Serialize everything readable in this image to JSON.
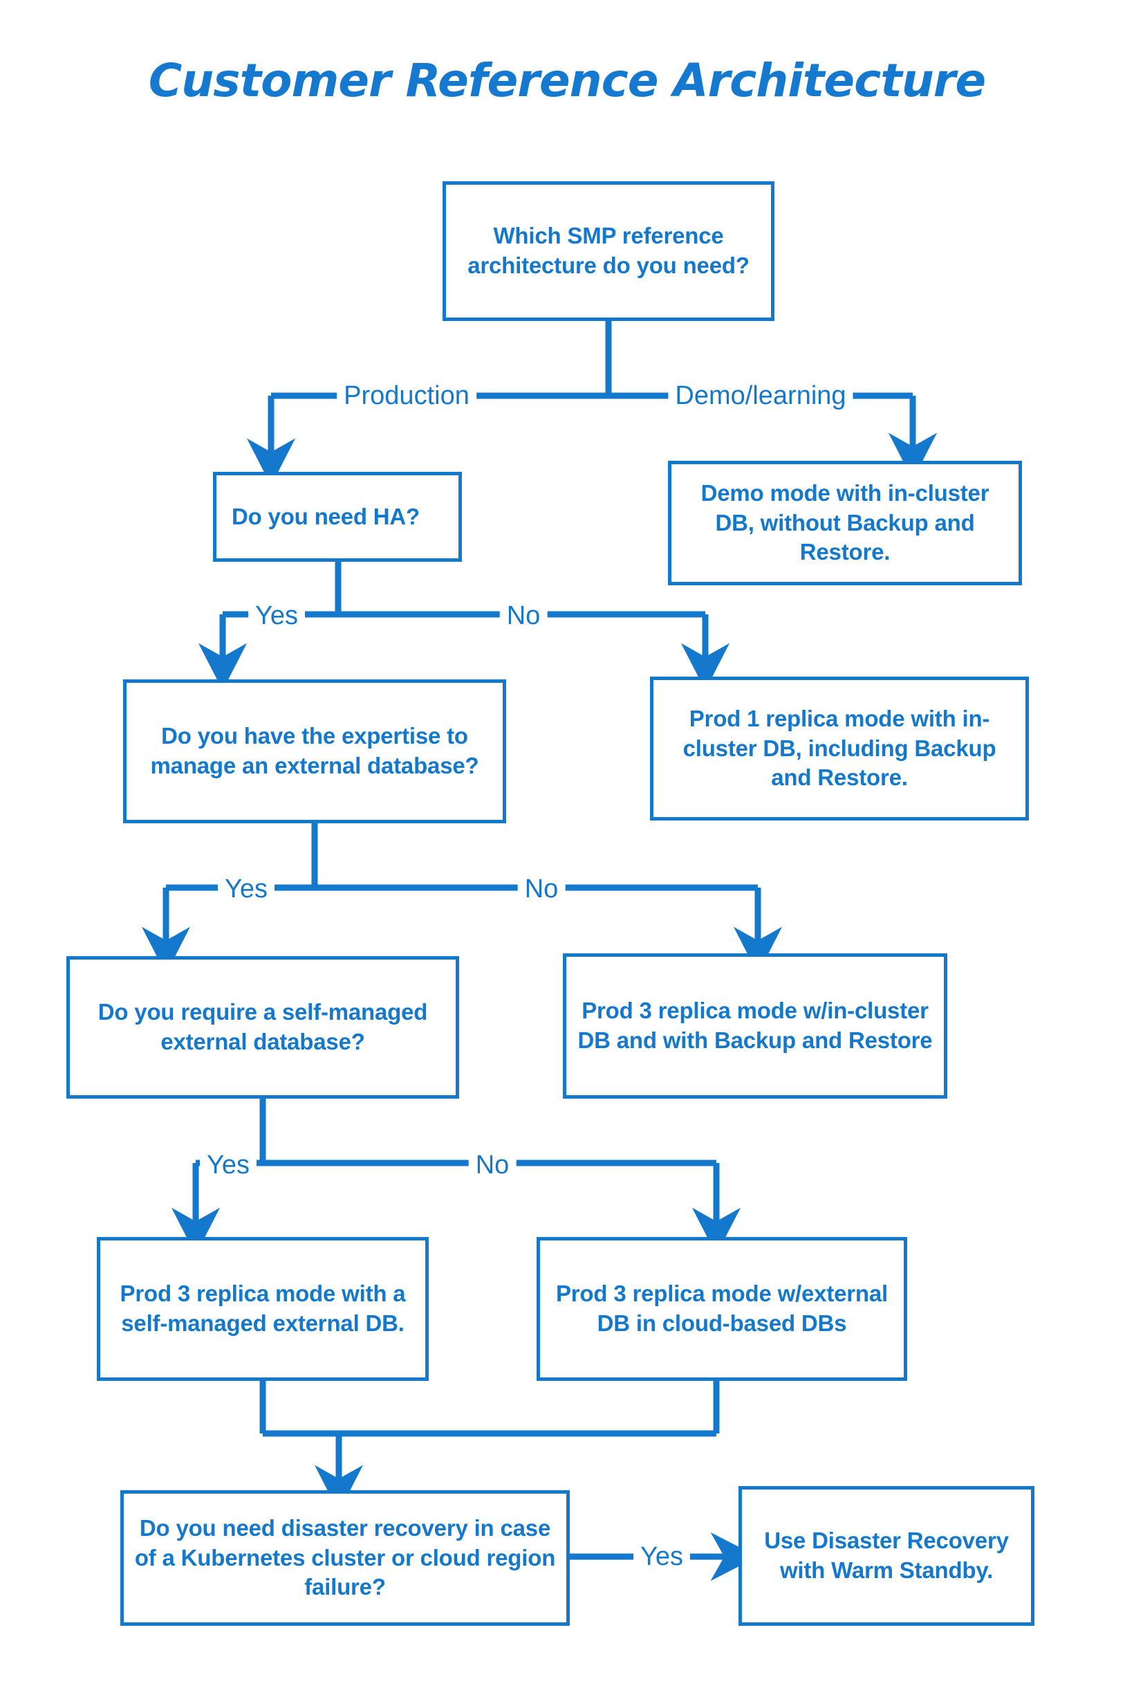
{
  "diagram": {
    "title": "Customer Reference Architecture",
    "accent_color": "#1479cd",
    "background_color": "#ffffff",
    "type": "decision-flowchart"
  },
  "nodes": {
    "start_question": "Which SMP reference architecture do you need?",
    "ha_question": "Do you need HA?",
    "demo_outcome": "Demo mode with in-cluster DB, without Backup and Restore.",
    "expertise_question": "Do you have the expertise to manage an external database?",
    "prod1_outcome": "Prod 1 replica mode with in-cluster DB, including Backup and Restore.",
    "selfmanaged_question": "Do you require a self-managed external database?",
    "prod3_incluster_outcome": "Prod 3 replica mode w/in-cluster DB and with Backup and Restore",
    "prod3_selfmanaged_outcome": "Prod 3 replica mode with a self-managed external DB.",
    "prod3_cloud_outcome": "Prod 3 replica mode w/external DB in cloud-based DBs",
    "dr_question": "Do you need disaster recovery in case of a Kubernetes cluster or cloud region failure?",
    "dr_outcome": "Use Disaster Recovery with Warm Standby."
  },
  "edge_labels": {
    "production": "Production",
    "demo_learning": "Demo/learning",
    "ha_yes": "Yes",
    "ha_no": "No",
    "expertise_yes": "Yes",
    "expertise_no": "No",
    "selfmanaged_yes": "Yes",
    "selfmanaged_no": "No",
    "dr_yes": "Yes"
  }
}
